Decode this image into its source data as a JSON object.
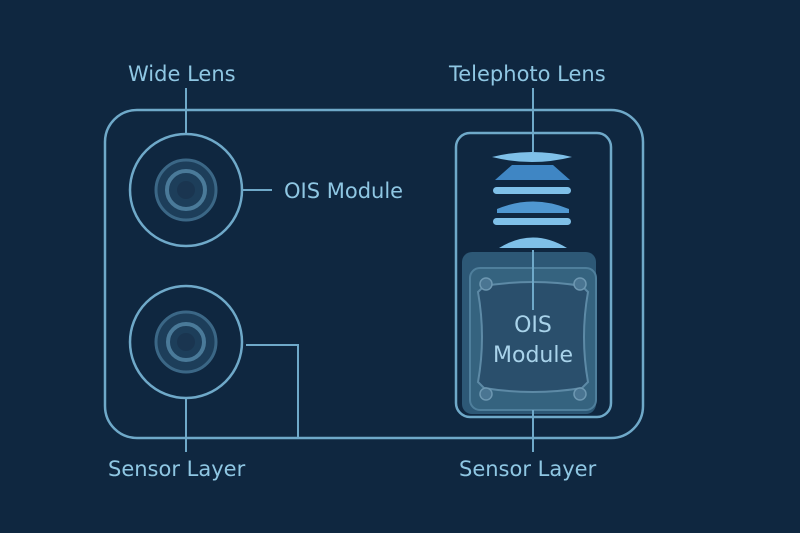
{
  "labels": {
    "wide_lens": "Wide Lens",
    "telephoto_lens": "Telephoto Lens",
    "ois_module_left": "OIS Module",
    "ois_module_center_line1": "OIS",
    "ois_module_center_line2": "Module",
    "sensor_layer_left": "Sensor Layer",
    "sensor_layer_right": "Sensor Layer"
  },
  "colors": {
    "background": "#0f2740",
    "outline": "#6fa9c9",
    "text": "#8fc7e3",
    "lens_light": "#7fc0e8",
    "lens_dark": "#3f86c4",
    "ois_body": "#2f5a78",
    "ois_inner": "#244a66"
  }
}
